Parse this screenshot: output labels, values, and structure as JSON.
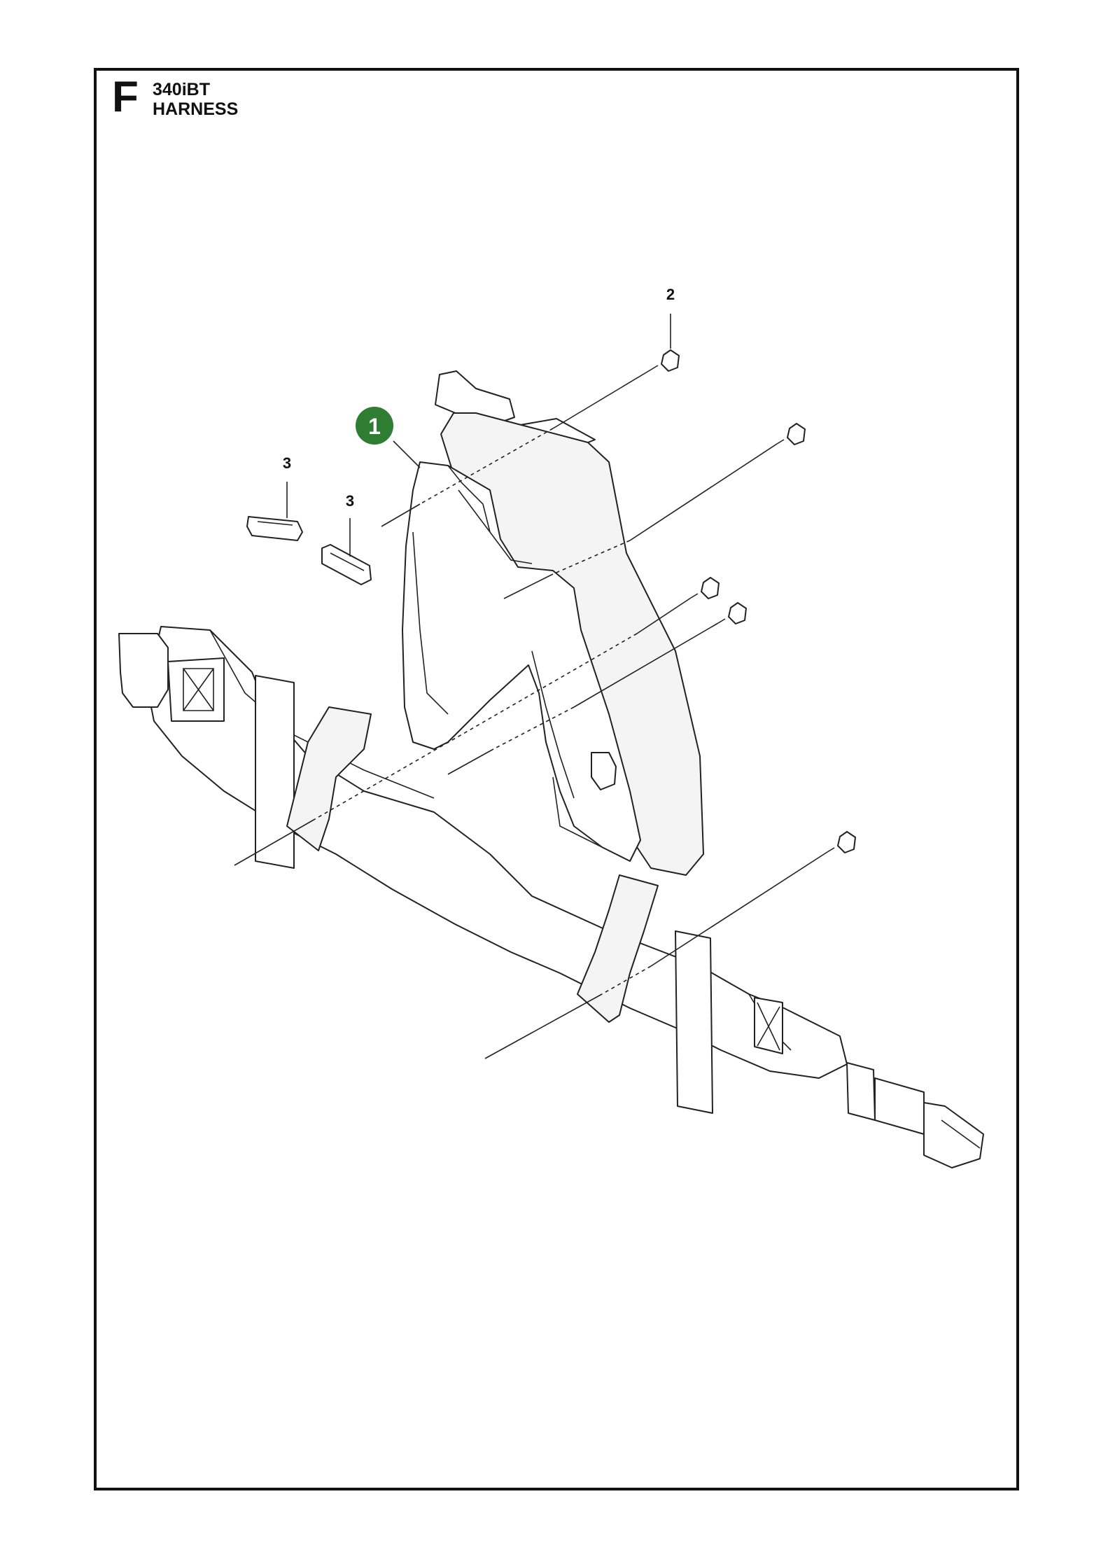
{
  "header": {
    "section_letter": "F",
    "model": "340iBT",
    "title": "HARNESS"
  },
  "callouts": {
    "highlighted": {
      "label": "1",
      "color": "#2e7d32"
    },
    "screw": {
      "label": "2"
    },
    "clip_a": {
      "label": "3"
    },
    "clip_b": {
      "label": "3"
    }
  }
}
